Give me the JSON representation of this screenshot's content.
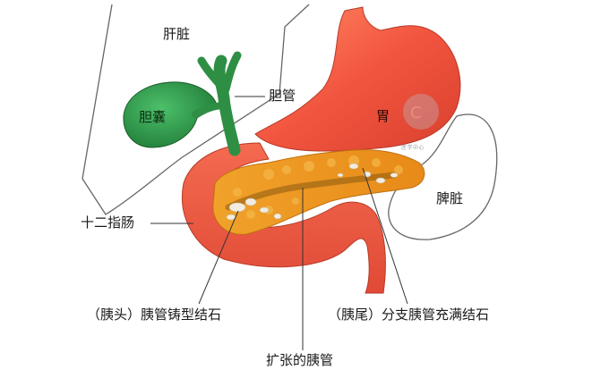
{
  "labels": {
    "liver": "肝脏",
    "gallbladder": "胆囊",
    "bile_duct": "胆管",
    "stomach": "胃",
    "spleen": "脾脏",
    "duodenum": "十二指肠",
    "head_stone": "（胰头）胰管铸型结石",
    "tail_stone": "（胰尾）分支胰管充满结石",
    "dilated_duct": "扩张的胰管"
  },
  "watermark": {
    "text": "医学中心"
  },
  "colors": {
    "stomach": "#f2553f",
    "duodenum": "#ef5a44",
    "gallbladder": "#2e9a4a",
    "pancreas": "#e8951e",
    "outline": "#555555"
  }
}
